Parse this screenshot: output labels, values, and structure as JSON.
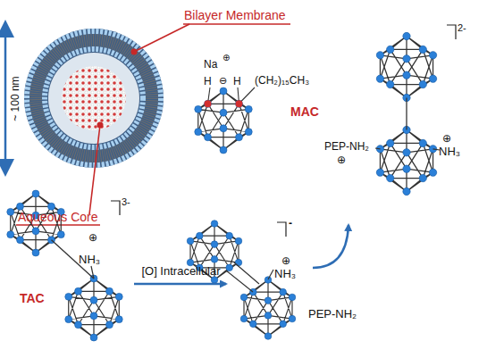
{
  "diagram": {
    "nodes": [
      {
        "text": [
          "3-",
          "⊕",
          "NH₃",
          "TAC"
        ]
      },
      {
        "text": [
          "-",
          "⊕",
          "NH₃"
        ]
      },
      {
        "text": [
          "2-",
          "PEP-NH₂",
          "⊕",
          "⊕",
          "NH₃"
        ]
      }
    ],
    "edges": [
      {
        "from": 0,
        "to": 1,
        "arrow": "to",
        "label": "[O] Intracellular"
      },
      {
        "from": 1,
        "to": 2,
        "arrow": "to",
        "label": "PEP-NH₂"
      }
    ],
    "labels": [
      "Bilayer Membrane",
      "~ 100 nm",
      "Aqueous Core",
      "Na",
      "⊕",
      "⊖",
      "H",
      "H",
      "(CH₂)₁₅CH₃",
      "MAC"
    ]
  }
}
